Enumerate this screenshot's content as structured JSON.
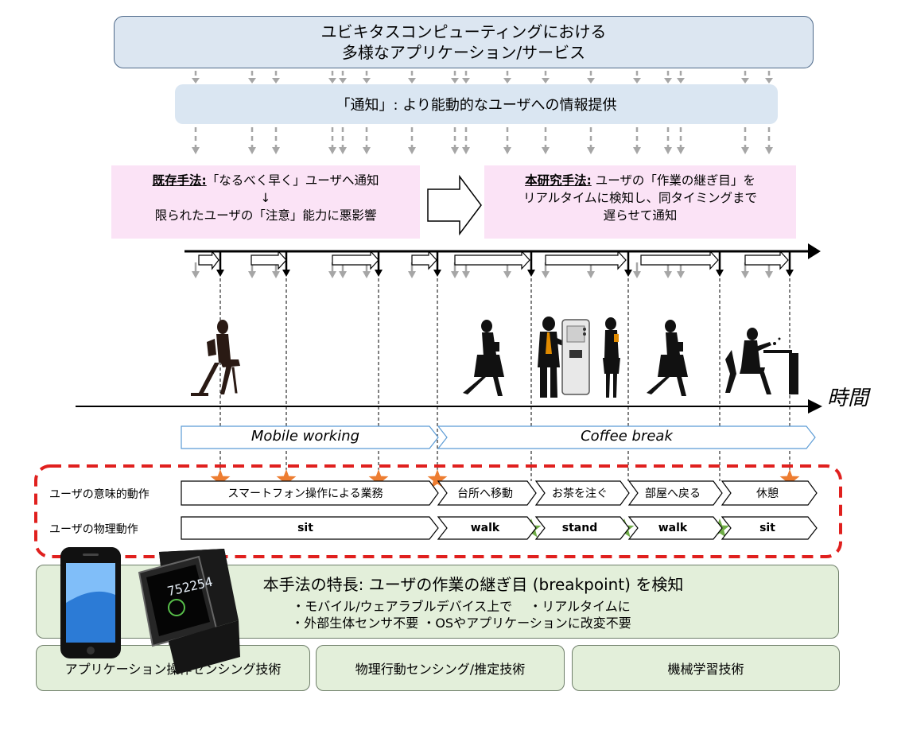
{
  "top_box": {
    "line1": "ユビキタスコンピューティングにおける",
    "line2": "多様なアプリケーション/サービス"
  },
  "notify_box": {
    "text": "「通知」: より能動的なユーザへの情報提供"
  },
  "existing": {
    "label": "既存手法:",
    "line1": "「なるべく早く」ユーザへ通知",
    "arrow": "↓",
    "line2": "限られたユーザの「注意」能力に悪影響"
  },
  "proposed": {
    "label": "本研究手法:",
    "line1": " ユーザの「作業の継ぎ目」を",
    "line2": "リアルタイムに検知し、同タイミングまで",
    "line3": "遅らせて通知"
  },
  "time_label": "時間",
  "phases": {
    "mobile": "Mobile working",
    "coffee": "Coffee break"
  },
  "rows": {
    "semantic_label": "ユーザの意味的動作",
    "physical_label": "ユーザの物理動作",
    "semantic": [
      "スマートフォン操作による業務",
      "台所へ移動",
      "お茶を注ぐ",
      "部屋へ戻る",
      "休憩"
    ],
    "physical": [
      "sit",
      "walk",
      "stand",
      "walk",
      "sit"
    ]
  },
  "watch_display": "752254",
  "feature": {
    "title": "本手法の特長: ユーザの作業の継ぎ目 (breakpoint) を検知",
    "line1": "・モバイル/ウェアラブルデバイス上で　 ・リアルタイムに",
    "line2": "・外部生体センサ不要 ・OSやアプリケーションに改変不要"
  },
  "tech": [
    "アプリケーション操作センシング技術",
    "物理行動センシング/推定技術",
    "機械学習技術"
  ],
  "colors": {
    "star_orange": "#ed7d31",
    "star_green": "#70ad47",
    "dash_red": "#e0201e",
    "pink": "#fbe3f6",
    "blue_box": "#dce6f1",
    "green_box": "#e3efda"
  }
}
